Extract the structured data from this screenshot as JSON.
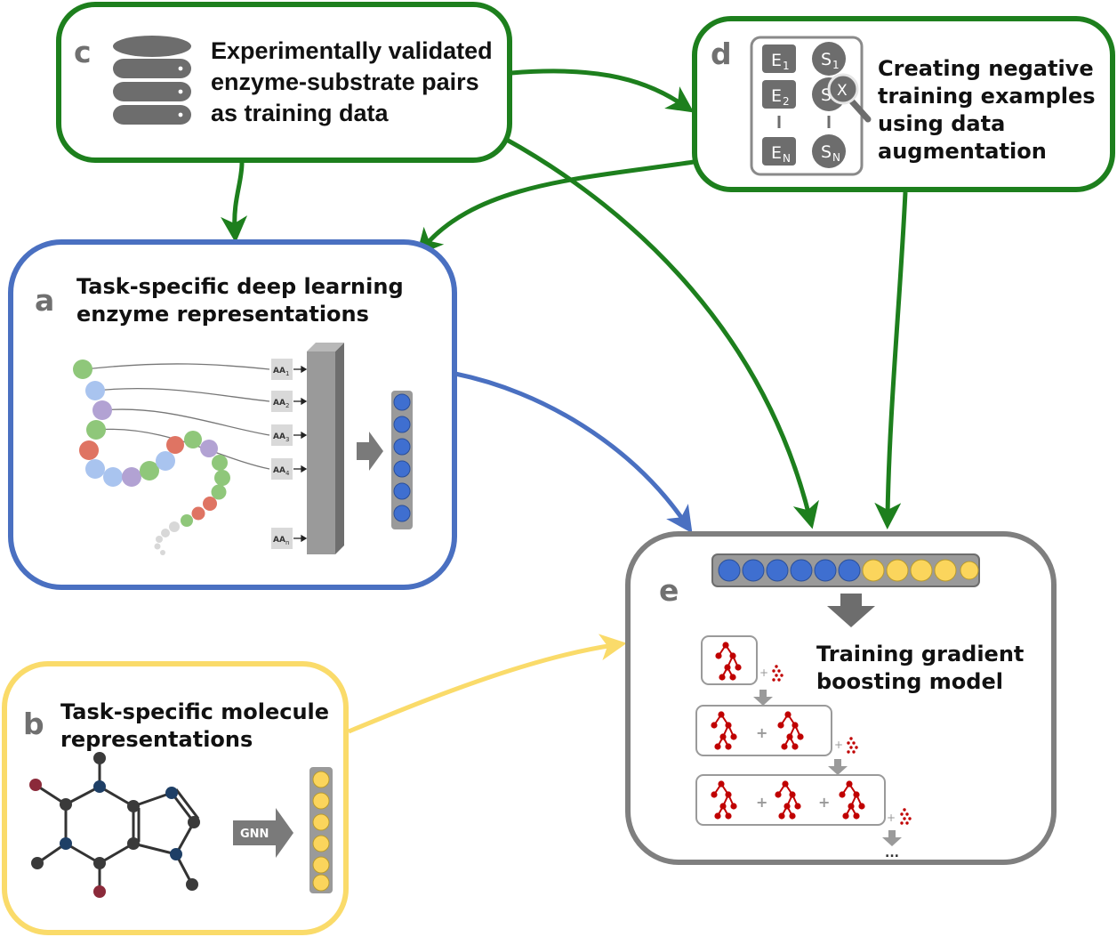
{
  "panels": {
    "c": {
      "letter": "c",
      "title": "Experimentally validated\nenzyme-substrate pairs\nas training data"
    },
    "d": {
      "letter": "d",
      "title": "Creating negative\ntraining examples\nusing data\naugmentation",
      "grid": {
        "e1": "E",
        "e1_sub": "1",
        "e2": "E",
        "e2_sub": "2",
        "en": "E",
        "en_sub": "N",
        "s1": "S",
        "s1_sub": "1",
        "s2": "S",
        "sn": "S",
        "sn_sub": "N",
        "x_mark": "X"
      }
    },
    "a": {
      "letter": "a",
      "title": "Task-specific deep learning\nenzyme representations",
      "aa_labels": [
        {
          "text": "AA",
          "sub": "1"
        },
        {
          "text": "AA",
          "sub": "2"
        },
        {
          "text": "AA",
          "sub": "3"
        },
        {
          "text": "AA",
          "sub": "4"
        },
        {
          "text": "AA",
          "sub": "n"
        }
      ]
    },
    "b": {
      "letter": "b",
      "title": "Task-specific molecule\nrepresentations",
      "gnn_label": "GNN"
    },
    "e": {
      "letter": "e",
      "title": "Training gradient\nboosting model",
      "plus": "+",
      "ellipsis": "..."
    }
  },
  "colors": {
    "green": "#1d7f1d",
    "blue": "#4a70c1",
    "yellow": "#fadb6a",
    "gray": "#7f7f7f",
    "tree_red": "#c00000",
    "vector_blue": "#3f6fd0",
    "vector_yellow": "#fbd55c"
  }
}
